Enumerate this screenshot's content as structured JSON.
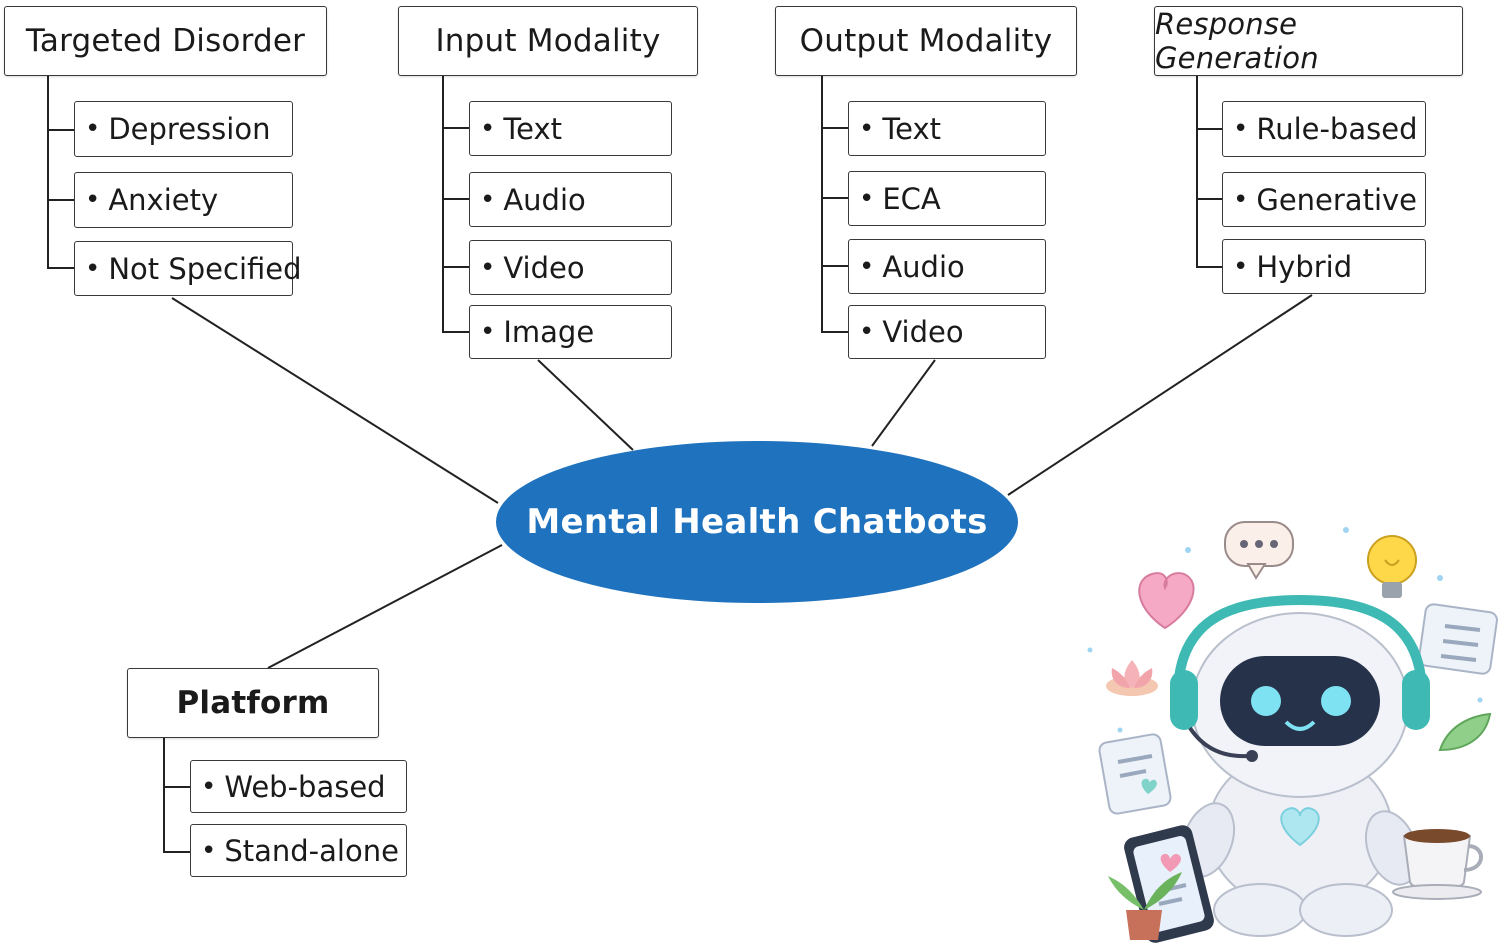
{
  "center": {
    "label": "Mental Health Chatbots"
  },
  "categories": {
    "targeted_disorder": {
      "title": "Targeted Disorder",
      "items": [
        "Depression",
        "Anxiety",
        "Not Specified"
      ]
    },
    "input_modality": {
      "title": "Input Modality",
      "items": [
        "Text",
        "Audio",
        "Video",
        "Image"
      ]
    },
    "output_modality": {
      "title": "Output Modality",
      "items": [
        "Text",
        "ECA",
        "Audio",
        "Video"
      ]
    },
    "response_generation": {
      "title": "Response Generation",
      "items": [
        "Rule-based",
        "Generative",
        "Hybrid"
      ]
    },
    "platform": {
      "title": "Platform",
      "items": [
        "Web-based",
        "Stand-alone"
      ]
    }
  },
  "colors": {
    "center_fill": "#1f72bd",
    "center_text": "#ffffff",
    "line": "#222222"
  },
  "illustration": {
    "icon": "robot-chatbot-illustration"
  }
}
